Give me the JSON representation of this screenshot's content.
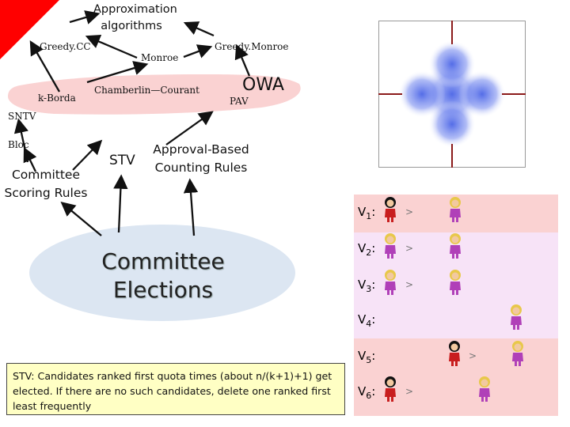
{
  "diagram": {
    "title": "Approximation\nalgorithms",
    "labels": {
      "greedy_cc": "Greedy.CC",
      "monroe": "Monroe",
      "greedy_monroe": "Greedy.Monroe",
      "k_borda": "k-Borda",
      "chamberlin_courant": "Chamberlin—Courant",
      "owa": "OWA",
      "pav": "PAV",
      "sntv": "SNTV",
      "bloc": "Bloc",
      "committee_scoring_rules": "Committee\nScoring Rules",
      "stv": "STV",
      "approval_counting": "Approval-Based\nCounting Rules",
      "committee_elections": "Committee\nElections"
    },
    "note": "STV: Candidates ranked first quota times (about n/(k+1)+1) get elected. If there are no such candidates, delete one ranked first least frequently"
  },
  "preferences": {
    "rows": [
      {
        "voter": "V",
        "sub": "1",
        "suffix": ":",
        "prefix": ">",
        "order": [
          "red-candidate",
          "blonde-candidate"
        ]
      },
      {
        "voter": "V",
        "sub": "2",
        "suffix": ":",
        "prefix": ">",
        "order": [
          "blonde-candidate",
          "purple-candidate"
        ]
      },
      {
        "voter": "V",
        "sub": "3",
        "suffix": ":",
        "prefix": ">",
        "order": [
          "blonde-candidate",
          "purple-candidate"
        ]
      },
      {
        "voter": "V",
        "sub": "4",
        "suffix": ":",
        "prefix": "",
        "order": [
          "blonde-candidate"
        ]
      },
      {
        "voter": "V",
        "sub": "5",
        "suffix": ":",
        "prefix": ">",
        "order": [
          "red-candidate",
          "blonde-candidate"
        ]
      },
      {
        "voter": "V",
        "sub": "6",
        "suffix": ":",
        "prefix": ">",
        "order": [
          "red-candidate",
          "blonde-candidate"
        ]
      }
    ]
  },
  "colors": {
    "red_corner": "#ff0000",
    "pink_band": "#fad2d2",
    "lavender_band": "#f7e3f7",
    "ellipse": "#dce6f2",
    "note_bg": "#ffffc4",
    "plot_blue": "#4a64e6",
    "plot_axis": "#8b1a1a"
  }
}
